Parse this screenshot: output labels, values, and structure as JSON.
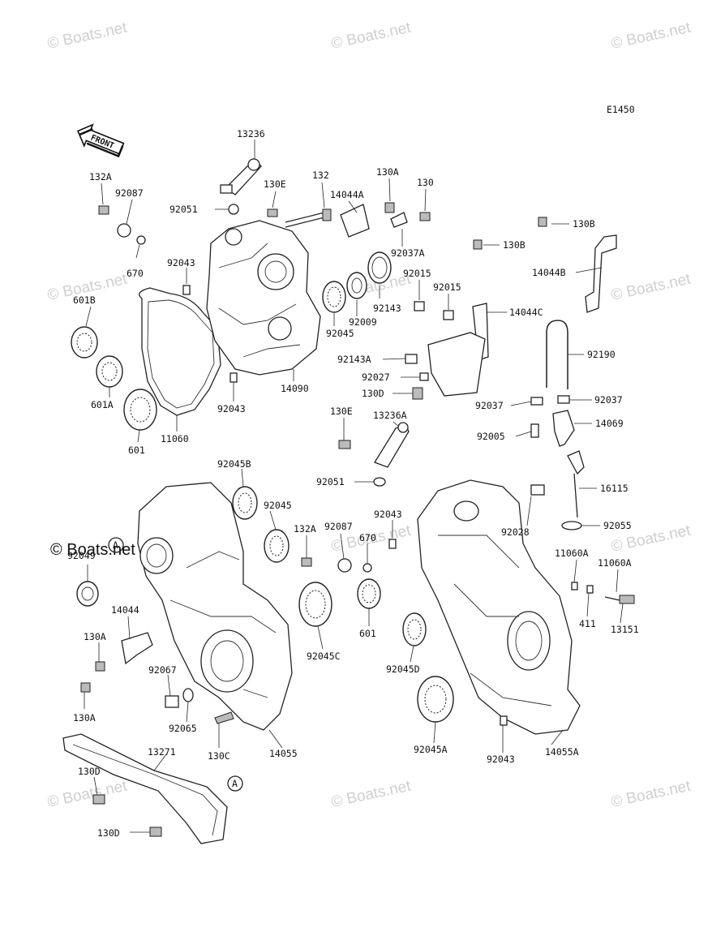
{
  "diagram_code": "E1450",
  "front_label": "FRONT",
  "watermark_text": "© Boats.net",
  "callout_a": "A",
  "parts": [
    {
      "id": "13236",
      "label": "13236"
    },
    {
      "id": "132A-top",
      "label": "132A"
    },
    {
      "id": "92087-top",
      "label": "92087"
    },
    {
      "id": "92051-top",
      "label": "92051"
    },
    {
      "id": "130E-top",
      "label": "130E"
    },
    {
      "id": "132",
      "label": "132"
    },
    {
      "id": "14044A",
      "label": "14044A"
    },
    {
      "id": "130A-top",
      "label": "130A"
    },
    {
      "id": "130-top",
      "label": "130"
    },
    {
      "id": "130B-a",
      "label": "130B"
    },
    {
      "id": "130B-b",
      "label": "130B"
    },
    {
      "id": "14044B",
      "label": "14044B"
    },
    {
      "id": "92037A",
      "label": "92037A"
    },
    {
      "id": "670-top",
      "label": "670"
    },
    {
      "id": "92043-a",
      "label": "92043"
    },
    {
      "id": "92015-a",
      "label": "92015"
    },
    {
      "id": "92015-b",
      "label": "92015"
    },
    {
      "id": "14044C",
      "label": "14044C"
    },
    {
      "id": "601B",
      "label": "601B"
    },
    {
      "id": "92143",
      "label": "92143"
    },
    {
      "id": "92009",
      "label": "92009"
    },
    {
      "id": "92045-top",
      "label": "92045"
    },
    {
      "id": "92190",
      "label": "92190"
    },
    {
      "id": "92143A",
      "label": "92143A"
    },
    {
      "id": "92027",
      "label": "92027"
    },
    {
      "id": "14090",
      "label": "14090"
    },
    {
      "id": "130D-top",
      "label": "130D"
    },
    {
      "id": "601A",
      "label": "601A"
    },
    {
      "id": "92043-b",
      "label": "92043"
    },
    {
      "id": "92037-a",
      "label": "92037"
    },
    {
      "id": "92037-b",
      "label": "92037"
    },
    {
      "id": "130E-mid",
      "label": "130E"
    },
    {
      "id": "13236A",
      "label": "13236A"
    },
    {
      "id": "14069",
      "label": "14069"
    },
    {
      "id": "601-top",
      "label": "601"
    },
    {
      "id": "11060",
      "label": "11060"
    },
    {
      "id": "92005",
      "label": "92005"
    },
    {
      "id": "92045B",
      "label": "92045B"
    },
    {
      "id": "92051-mid",
      "label": "92051"
    },
    {
      "id": "16115",
      "label": "16115"
    },
    {
      "id": "92045-mid",
      "label": "92045"
    },
    {
      "id": "92043-c",
      "label": "92043"
    },
    {
      "id": "92055",
      "label": "92055"
    },
    {
      "id": "132A-mid",
      "label": "132A"
    },
    {
      "id": "92087-mid",
      "label": "92087"
    },
    {
      "id": "670-mid",
      "label": "670"
    },
    {
      "id": "92028",
      "label": "92028"
    },
    {
      "id": "92049",
      "label": "92049"
    },
    {
      "id": "11060A-a",
      "label": "11060A"
    },
    {
      "id": "11060A-b",
      "label": "11060A"
    },
    {
      "id": "14044",
      "label": "14044"
    },
    {
      "id": "130A-mid",
      "label": "130A"
    },
    {
      "id": "411",
      "label": "411"
    },
    {
      "id": "13151",
      "label": "13151"
    },
    {
      "id": "92045C",
      "label": "92045C"
    },
    {
      "id": "601-mid",
      "label": "601"
    },
    {
      "id": "92067",
      "label": "92067"
    },
    {
      "id": "92045D",
      "label": "92045D"
    },
    {
      "id": "130A-bot",
      "label": "130A"
    },
    {
      "id": "92065",
      "label": "92065"
    },
    {
      "id": "130C",
      "label": "130C"
    },
    {
      "id": "14055",
      "label": "14055"
    },
    {
      "id": "92045A",
      "label": "92045A"
    },
    {
      "id": "92043-d",
      "label": "92043"
    },
    {
      "id": "14055A",
      "label": "14055A"
    },
    {
      "id": "13271",
      "label": "13271"
    },
    {
      "id": "130D-a",
      "label": "130D"
    },
    {
      "id": "130D-b",
      "label": "130D"
    }
  ]
}
